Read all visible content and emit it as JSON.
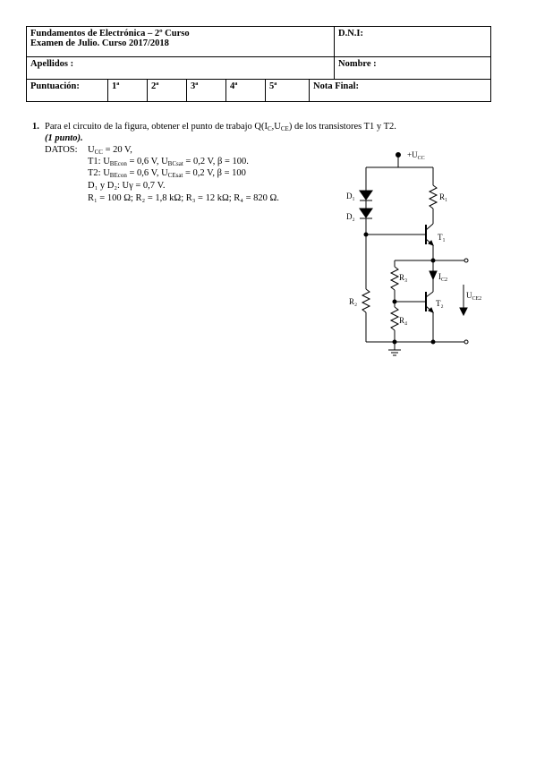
{
  "header": {
    "course_title": "Fundamentos de Electrónica – 2º Curso",
    "exam_line": "Examen de Julio. Curso 2017/2018",
    "dni_label": "D.N.I:",
    "surname_label": "Apellidos :",
    "name_label": "Nombre :",
    "score_label": "Puntuación:",
    "score_cols": [
      "1ª",
      "2ª",
      "3ª",
      "4ª",
      "5ª"
    ],
    "final_label": "Nota Final:"
  },
  "question": {
    "number": "1.",
    "statement_a": "Para el circuito de la figura, obtener el punto de trabajo Q(I",
    "statement_sub1": "C",
    "statement_mid": ",U",
    "statement_sub2": "CE",
    "statement_b": ") de los transistores T1 y T2.",
    "points": "(1 punto).",
    "data_label": "DATOS:",
    "ucc_a": "U",
    "ucc_sub": "CC",
    "ucc_b": " = 20 V,",
    "t1_a": "T1: U",
    "t1_sub1": "BEcon",
    "t1_b": " = 0,6 V, U",
    "t1_sub2": "BCsat",
    "t1_c": " = 0,2 V, β = 100.",
    "t2_a": "T2: U",
    "t2_sub1": "BEcon",
    "t2_b": " = 0,6 V, U",
    "t2_sub2": "CEsat",
    "t2_c": " = 0,2 V, β = 100",
    "diodes": "D₁ y D₂: Uγ = 0,7 V.",
    "resistors": "R₁ = 100 Ω;  R₂ = 1,8 kΩ; R₃ = 12 kΩ;  R₄ = 820 Ω."
  },
  "circuit": {
    "supply_a": "+U",
    "supply_sub": "CC",
    "d1": "D₁",
    "d2": "D₂",
    "r1": "R₁",
    "r2": "R₂",
    "r3": "R₃",
    "r4": "R₄",
    "t1": "T₁",
    "t2": "T₂",
    "ic2_a": "I",
    "ic2_sub": "C2",
    "uce2_a": "U",
    "uce2_sub": "CE2"
  }
}
